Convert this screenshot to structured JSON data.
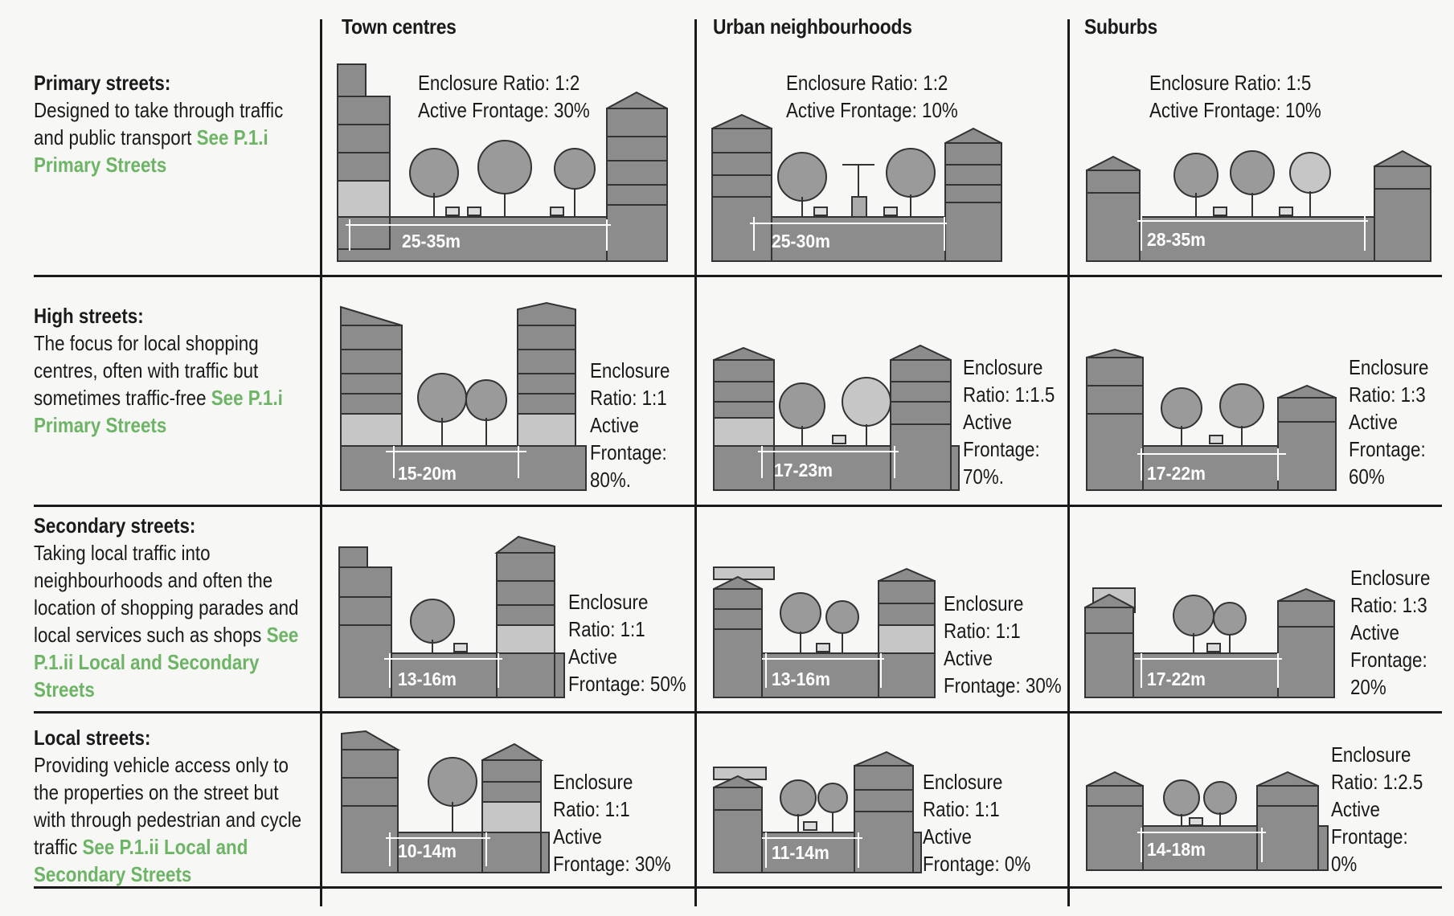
{
  "columns": [
    "Town centres",
    "Urban neighbourhoods",
    "Suburbs"
  ],
  "rows": [
    {
      "title": "Primary streets:",
      "description": "Designed to take through traffic and public transport ",
      "link": "See P.1.i Primary Streets",
      "cells": [
        {
          "line1": "Enclosure Ratio: 1:2",
          "line2": "Active Frontage: 30%",
          "width": "25-35m"
        },
        {
          "line1": "Enclosure Ratio: 1:2",
          "line2": "Active Frontage: 10%",
          "width": "25-30m"
        },
        {
          "line1": "Enclosure Ratio: 1:5",
          "line2": "Active Frontage: 10%",
          "width": "28-35m"
        }
      ]
    },
    {
      "title": "High streets:",
      "description": "The focus for local shopping centres, often with traffic but sometimes traffic-free ",
      "link": "See P.1.i Primary Streets",
      "cells": [
        {
          "line1": "Enclosure",
          "line2": "Ratio: 1:1",
          "line3": "Active",
          "line4": "Frontage:",
          "line5": "80%.",
          "width": "15-20m"
        },
        {
          "line1": "Enclosure",
          "line2": "Ratio: 1:1.5",
          "line3": "Active",
          "line4": "Frontage:",
          "line5": "70%.",
          "width": "17-23m"
        },
        {
          "line1": "Enclosure",
          "line2": "Ratio: 1:3",
          "line3": "Active",
          "line4": "Frontage:",
          "line5": "60%",
          "width": "17-22m"
        }
      ]
    },
    {
      "title": "Secondary streets:",
      "description": "Taking local traffic into neighbourhoods and often the location of shopping parades and local services such as shops ",
      "link": "See P.1.ii Local and Secondary Streets",
      "cells": [
        {
          "line1": "Enclosure",
          "line2": "Ratio: 1:1",
          "line3": "Active",
          "line4": "Frontage: 50%",
          "width": "13-16m"
        },
        {
          "line1": "Enclosure",
          "line2": "Ratio: 1:1",
          "line3": "Active",
          "line4": "Frontage: 30%",
          "width": "13-16m"
        },
        {
          "line1": "Enclosure",
          "line2": "Ratio: 1:3",
          "line3": "Active",
          "line4": "Frontage:",
          "line5": "20%",
          "width": "17-22m"
        }
      ]
    },
    {
      "title": "Local streets:",
      "description": "Providing vehicle access only to the properties on the street but with through pedestrian and cycle traffic ",
      "link": "See P.1.ii Local and Secondary Streets",
      "cells": [
        {
          "line1": "Enclosure",
          "line2": "Ratio: 1:1",
          "line3": "Active",
          "line4": "Frontage: 30%",
          "width": "10-14m"
        },
        {
          "line1": "Enclosure",
          "line2": "Ratio: 1:1",
          "line3": "Active",
          "line4": "Frontage: 0%",
          "width": "11-14m"
        },
        {
          "line1": "Enclosure",
          "line2": "Ratio: 1:2.5",
          "line3": "Active",
          "line4": "Frontage:",
          "line5": "0%",
          "width": "14-18m"
        }
      ]
    }
  ],
  "colors": {
    "text": "#1a1a1a",
    "link": "#6db466",
    "building": "#8c8c8c",
    "ground": "#8c8c8c",
    "tree": "#9a9a9a",
    "shopfront": "#c6c6c6"
  }
}
